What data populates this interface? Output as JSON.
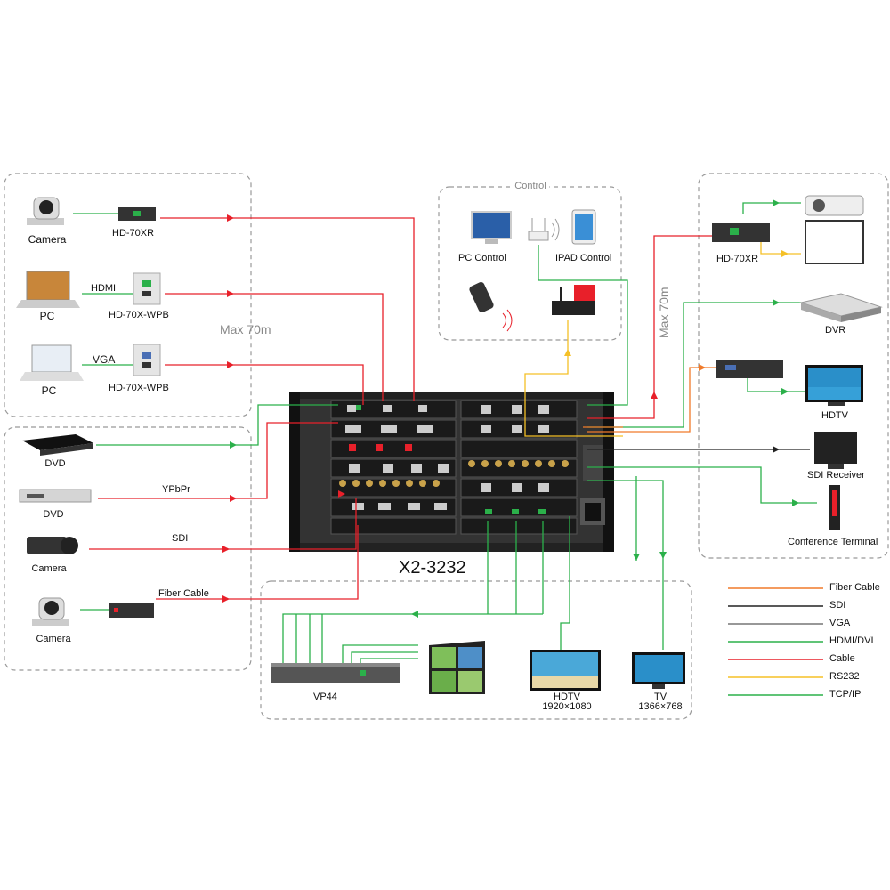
{
  "title": "X2-3232",
  "max_distance": "Max 70m",
  "control_group": {
    "title": "Control",
    "pc_control": "PC Control",
    "ipad_control": "IPAD Control"
  },
  "left_sources": {
    "camera1": "Camera",
    "hd70xr": "HD-70XR",
    "hdmi": "HDMI",
    "pc1": "PC",
    "wpb1": "HD-70X-WPB",
    "vga": "VGA",
    "pc2": "PC",
    "wpb2": "HD-70X-WPB"
  },
  "left_media": {
    "dvd1": "DVD",
    "ypbpr": "YPbPr",
    "dvd2": "DVD",
    "sdi": "SDI",
    "camera2": "Camera",
    "fiber": "Fiber Cable",
    "camera3": "Camera"
  },
  "right_outputs": {
    "hd70xr": "HD-70XR",
    "dvr": "DVR",
    "hdtv": "HDTV",
    "sdi_receiver": "SDI Receiver",
    "conference": "Conference  Terminal"
  },
  "bottom_outputs": {
    "vp44": "VP44",
    "hdtv": "HDTV",
    "hdtv_res": "1920×1080",
    "tv": "TV",
    "tv_res": "1366×768"
  },
  "legend": [
    {
      "label": "Fiber Cable",
      "color": "#f07a2a"
    },
    {
      "label": "SDI",
      "color": "#222222"
    },
    {
      "label": "VGA",
      "color": "#777777"
    },
    {
      "label": "HDMI/DVI",
      "color": "#2bb04a"
    },
    {
      "label": "Cable",
      "color": "#e8202a"
    },
    {
      "label": "RS232",
      "color": "#f5c027"
    },
    {
      "label": "TCP/IP",
      "color": "#2bb04a"
    }
  ]
}
